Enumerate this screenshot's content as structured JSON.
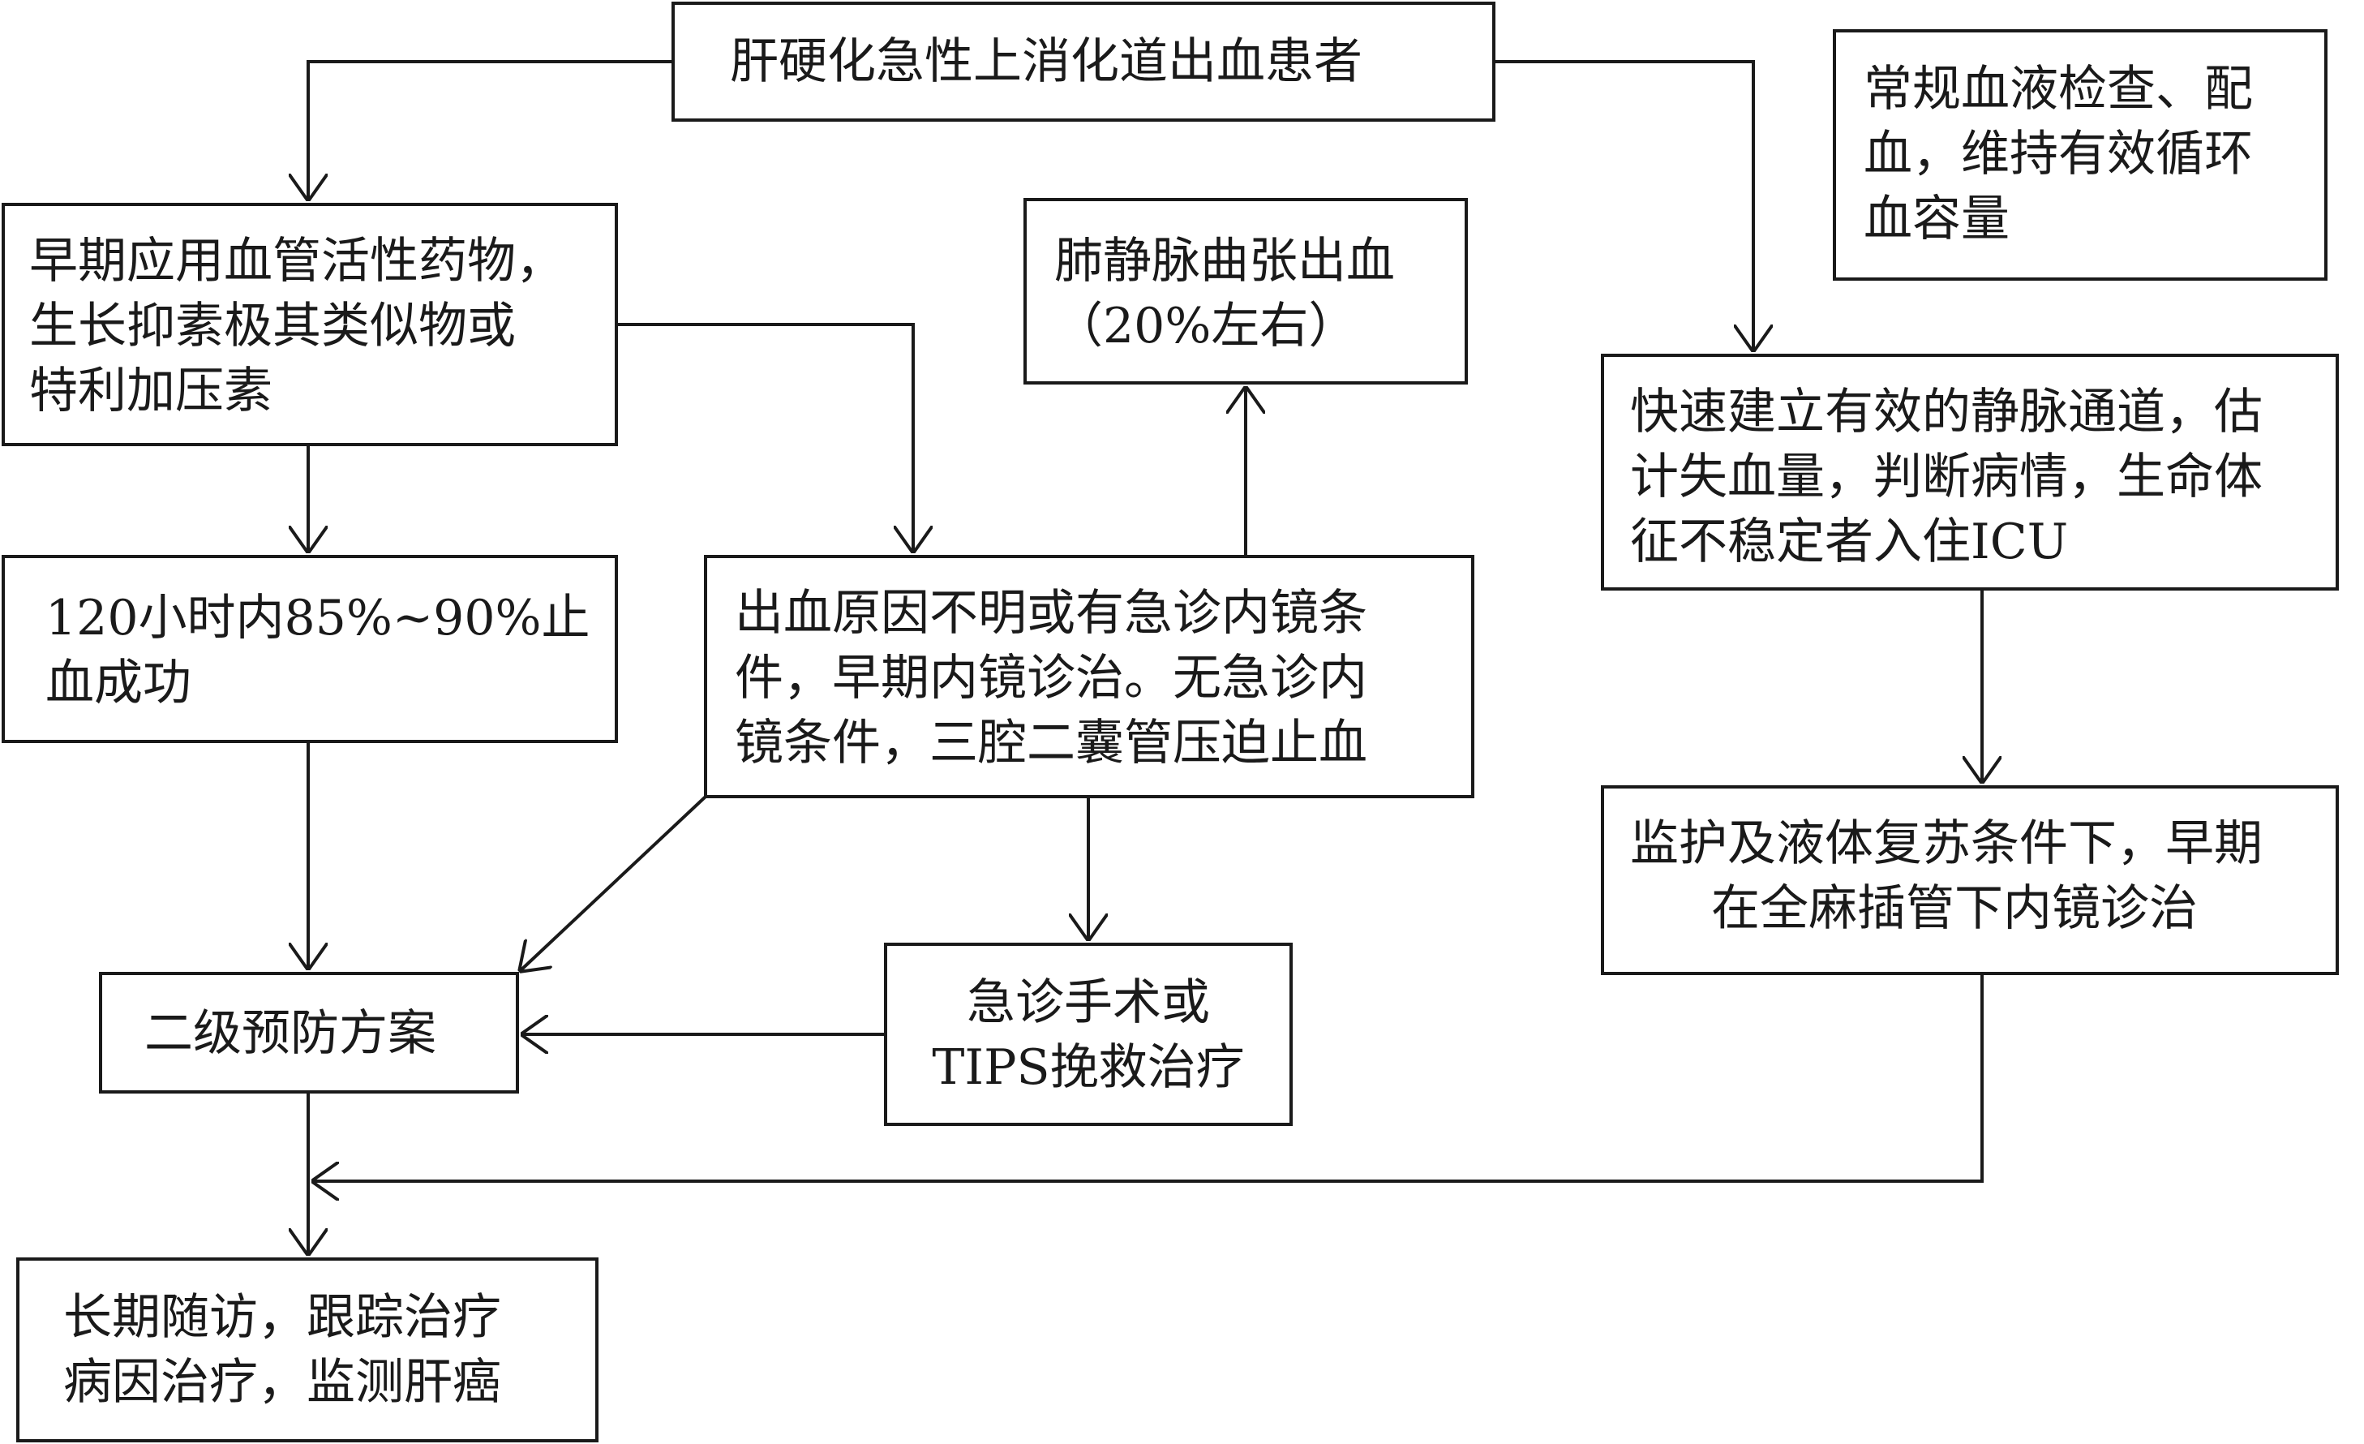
{
  "nodes": {
    "patient": {
      "lines": [
        "肝硬化急性上消化道出血患者"
      ]
    },
    "routine": {
      "lines": [
        "常规血液检查、配",
        "血，维持有效循环",
        "血容量"
      ]
    },
    "vasoactive": {
      "lines": [
        "早期应用血管活性药物，",
        "生长抑素极其类似物或",
        "特利加压素"
      ]
    },
    "varix": {
      "lines": [
        "肺静脉曲张出血",
        "（20%左右）"
      ]
    },
    "iv_access": {
      "lines": [
        "快速建立有效的静脉通道，估",
        "计失血量，判断病情，生命体",
        "征不稳定者入住ICU"
      ]
    },
    "hemostasis": {
      "lines": [
        "120小时内85%~90%止",
        "血成功"
      ]
    },
    "endoscopy": {
      "lines": [
        "出血原因不明或有急诊内镜条",
        "件，早期内镜诊治。无急诊内",
        "镜条件，三腔二囊管压迫止血"
      ]
    },
    "monitor": {
      "lines": [
        "监护及液体复苏条件下，早期",
        "在全麻插管下内镜诊治"
      ]
    },
    "secondary": {
      "lines": [
        "二级预防方案"
      ]
    },
    "surgery": {
      "lines": [
        "急诊手术或",
        "TIPS挽救治疗"
      ]
    },
    "followup": {
      "lines": [
        "长期随访，跟踪治疗",
        "病因治疗，监测肝癌"
      ]
    }
  }
}
